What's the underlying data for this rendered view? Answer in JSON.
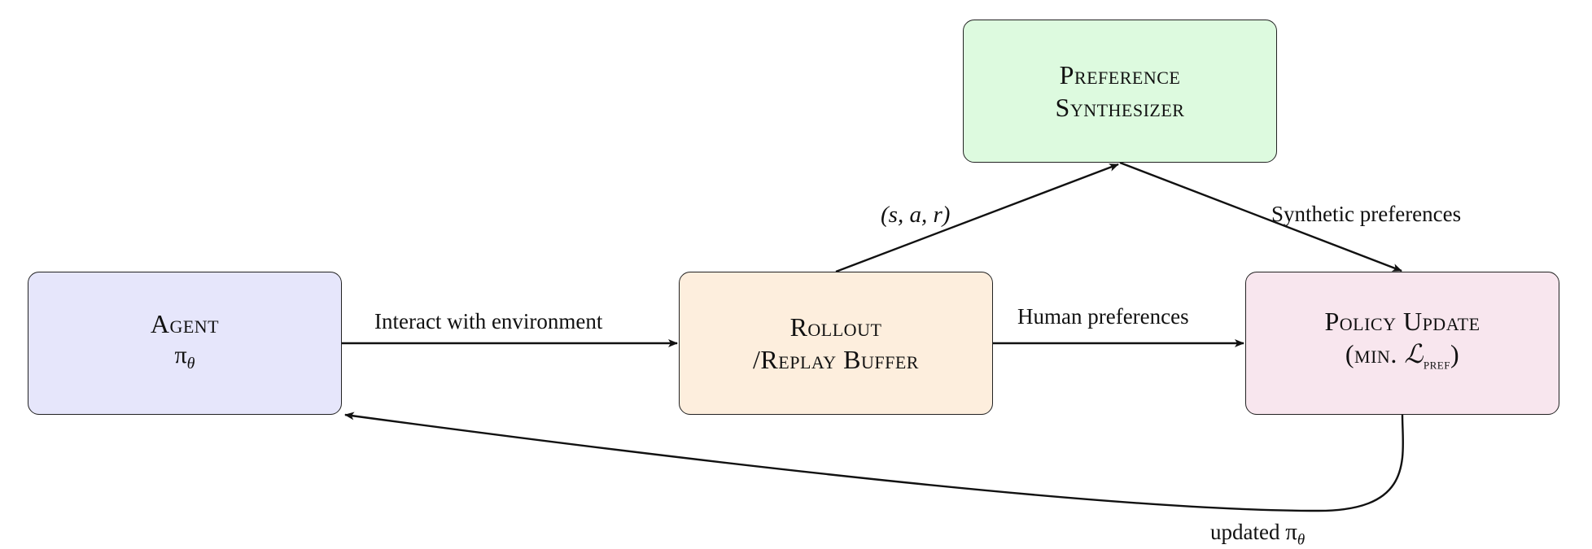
{
  "nodes": {
    "agent": {
      "title": "Agent",
      "symbol": "π",
      "symbol_sub": "θ",
      "fill": "#e6e6fb"
    },
    "rollout": {
      "line1": "Rollout",
      "line2": "/Replay Buffer",
      "fill": "#fdeedd"
    },
    "synthesizer": {
      "line1": "Preference",
      "line2": "Synthesizer",
      "fill": "#ddfadf"
    },
    "policy": {
      "line1": "Policy Update",
      "line2_prefix": "(min. ",
      "loss_symbol": "ℒ",
      "loss_sub": "pref",
      "line2_suffix": ")",
      "fill": "#f8e6ee"
    }
  },
  "edges": {
    "interact": "Interact with environment",
    "sar": "(s, a, r)",
    "synthetic": "Synthetic preferences",
    "human": "Human preferences",
    "updated_prefix": "updated ",
    "updated_symbol": "π",
    "updated_sub": "θ"
  }
}
